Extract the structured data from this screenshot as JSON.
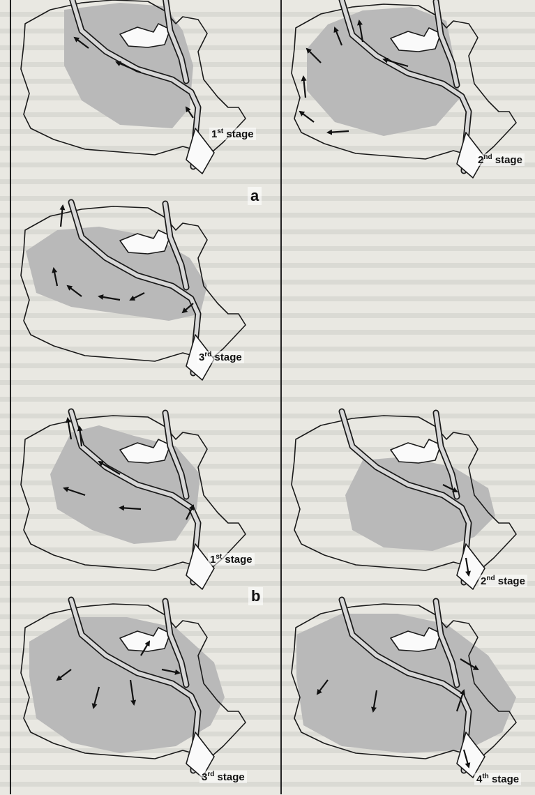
{
  "group_labels": [
    "a",
    "b"
  ],
  "panels": [
    {
      "group": "a",
      "num": "1",
      "suffix": "st",
      "word": "stage"
    },
    {
      "group": "a",
      "num": "2",
      "suffix": "nd",
      "word": "stage"
    },
    {
      "group": "a",
      "num": "3",
      "suffix": "rd",
      "word": "stage"
    },
    {
      "group": "b",
      "num": "1",
      "suffix": "st",
      "word": "stage"
    },
    {
      "group": "b",
      "num": "2",
      "suffix": "nd",
      "word": "stage"
    },
    {
      "group": "b",
      "num": "3",
      "suffix": "rd",
      "word": "stage"
    },
    {
      "group": "b",
      "num": "4",
      "suffix": "th",
      "word": "stage"
    }
  ],
  "colors": {
    "shaded_area": "#b9b9b9",
    "outline": "#1a1a1a",
    "background": "#e9e8e2"
  }
}
